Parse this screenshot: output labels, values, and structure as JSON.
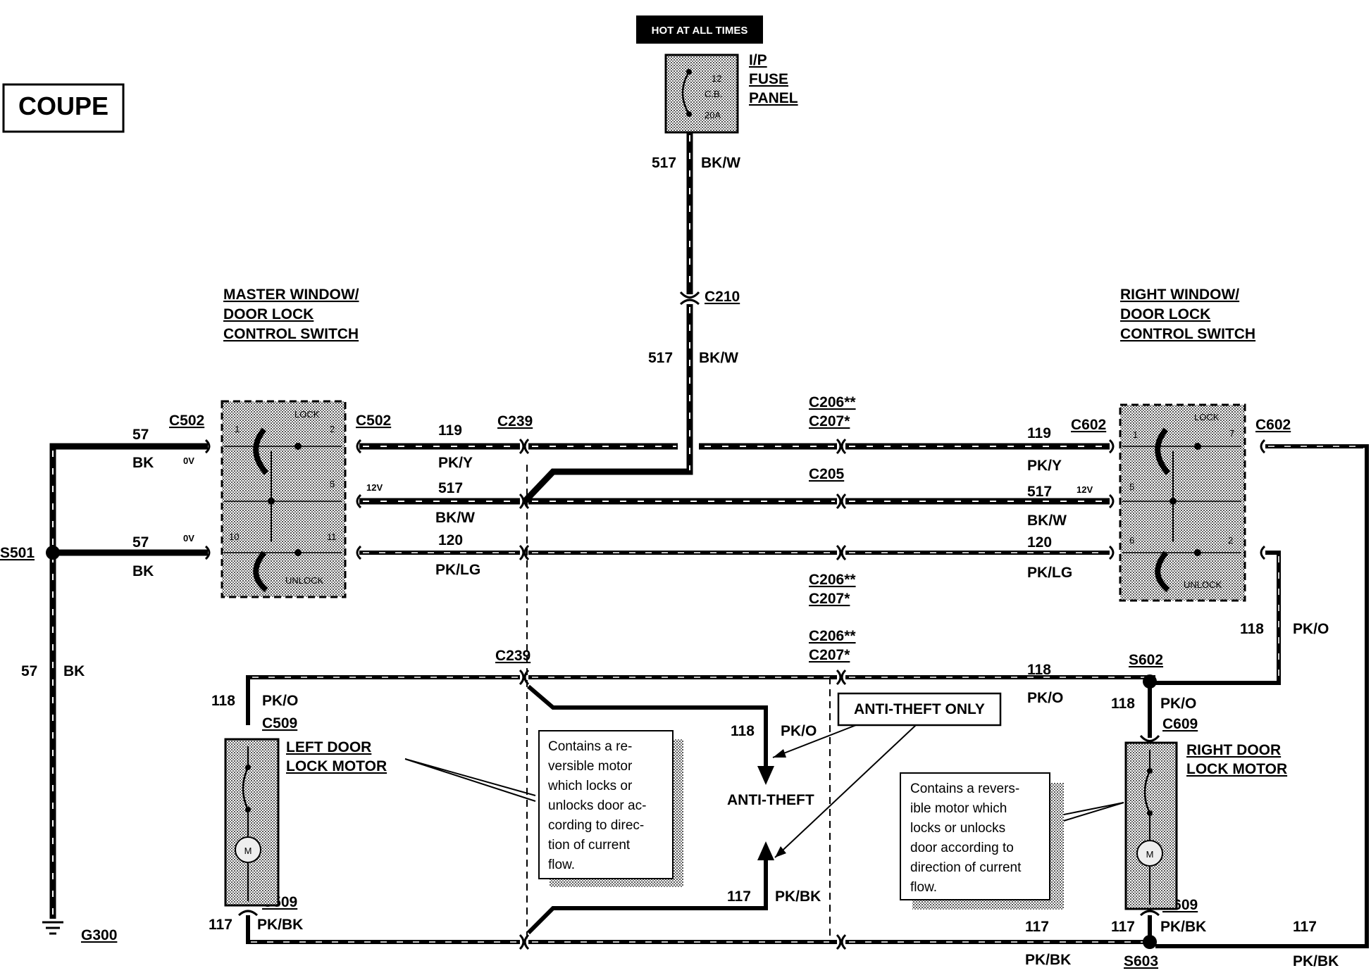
{
  "diagram": {
    "title_box": "COUPE",
    "power_source": "HOT AT ALL TIMES",
    "fuse": {
      "panel_label_1": "I/P",
      "panel_label_2": "FUSE",
      "panel_label_3": "PANEL",
      "number": "12",
      "type": "C.B.",
      "rating": "20A"
    },
    "master_switch": {
      "label_1": "MASTER WINDOW/",
      "label_2": "DOOR LOCK",
      "label_3": "CONTROL SWITCH",
      "lock": "LOCK",
      "unlock": "UNLOCK",
      "pins": [
        "1",
        "2",
        "5",
        "10",
        "11"
      ]
    },
    "right_switch": {
      "label_1": "RIGHT WINDOW/",
      "label_2": "DOOR LOCK",
      "label_3": "CONTROL SWITCH",
      "lock": "LOCK",
      "unlock": "UNLOCK",
      "pins": [
        "1",
        "7",
        "5",
        "6",
        "2"
      ]
    },
    "left_motor": {
      "label_1": "LEFT DOOR",
      "label_2": "LOCK MOTOR",
      "symbol": "M"
    },
    "right_motor": {
      "label_1": "RIGHT DOOR",
      "label_2": "LOCK MOTOR",
      "symbol": "M"
    },
    "anti_theft": {
      "label": "ANTI-THEFT",
      "box": "ANTI-THEFT ONLY"
    },
    "notes": {
      "left": [
        "Contains a re-",
        "versible motor",
        "which locks or",
        "unlocks door ac-",
        "cording to direc-",
        "tion of current",
        "flow."
      ],
      "right": [
        "Contains a revers-",
        "ible motor which",
        "locks or unlocks",
        "door according to",
        "direction of current",
        "flow."
      ]
    },
    "connectors": {
      "c502": "C502",
      "c210": "C210",
      "c239": "C239",
      "c206": "C206**",
      "c207": "C207*",
      "c205": "C205",
      "c602": "C602",
      "c509": "C509",
      "c609": "C609"
    },
    "splices": {
      "s501": "S501",
      "s602": "S602",
      "s603": "S603"
    },
    "ground": "G300",
    "voltages": {
      "zero": "0V",
      "twelve": "12V"
    },
    "circuits": {
      "c517": "517",
      "bkw": "BK/W",
      "c57": "57",
      "bk": "BK",
      "c119": "119",
      "pky": "PK/Y",
      "c120": "120",
      "pklg": "PK/LG",
      "c118": "118",
      "pko": "PK/O",
      "c117": "117",
      "pkbk": "PK/BK"
    }
  }
}
